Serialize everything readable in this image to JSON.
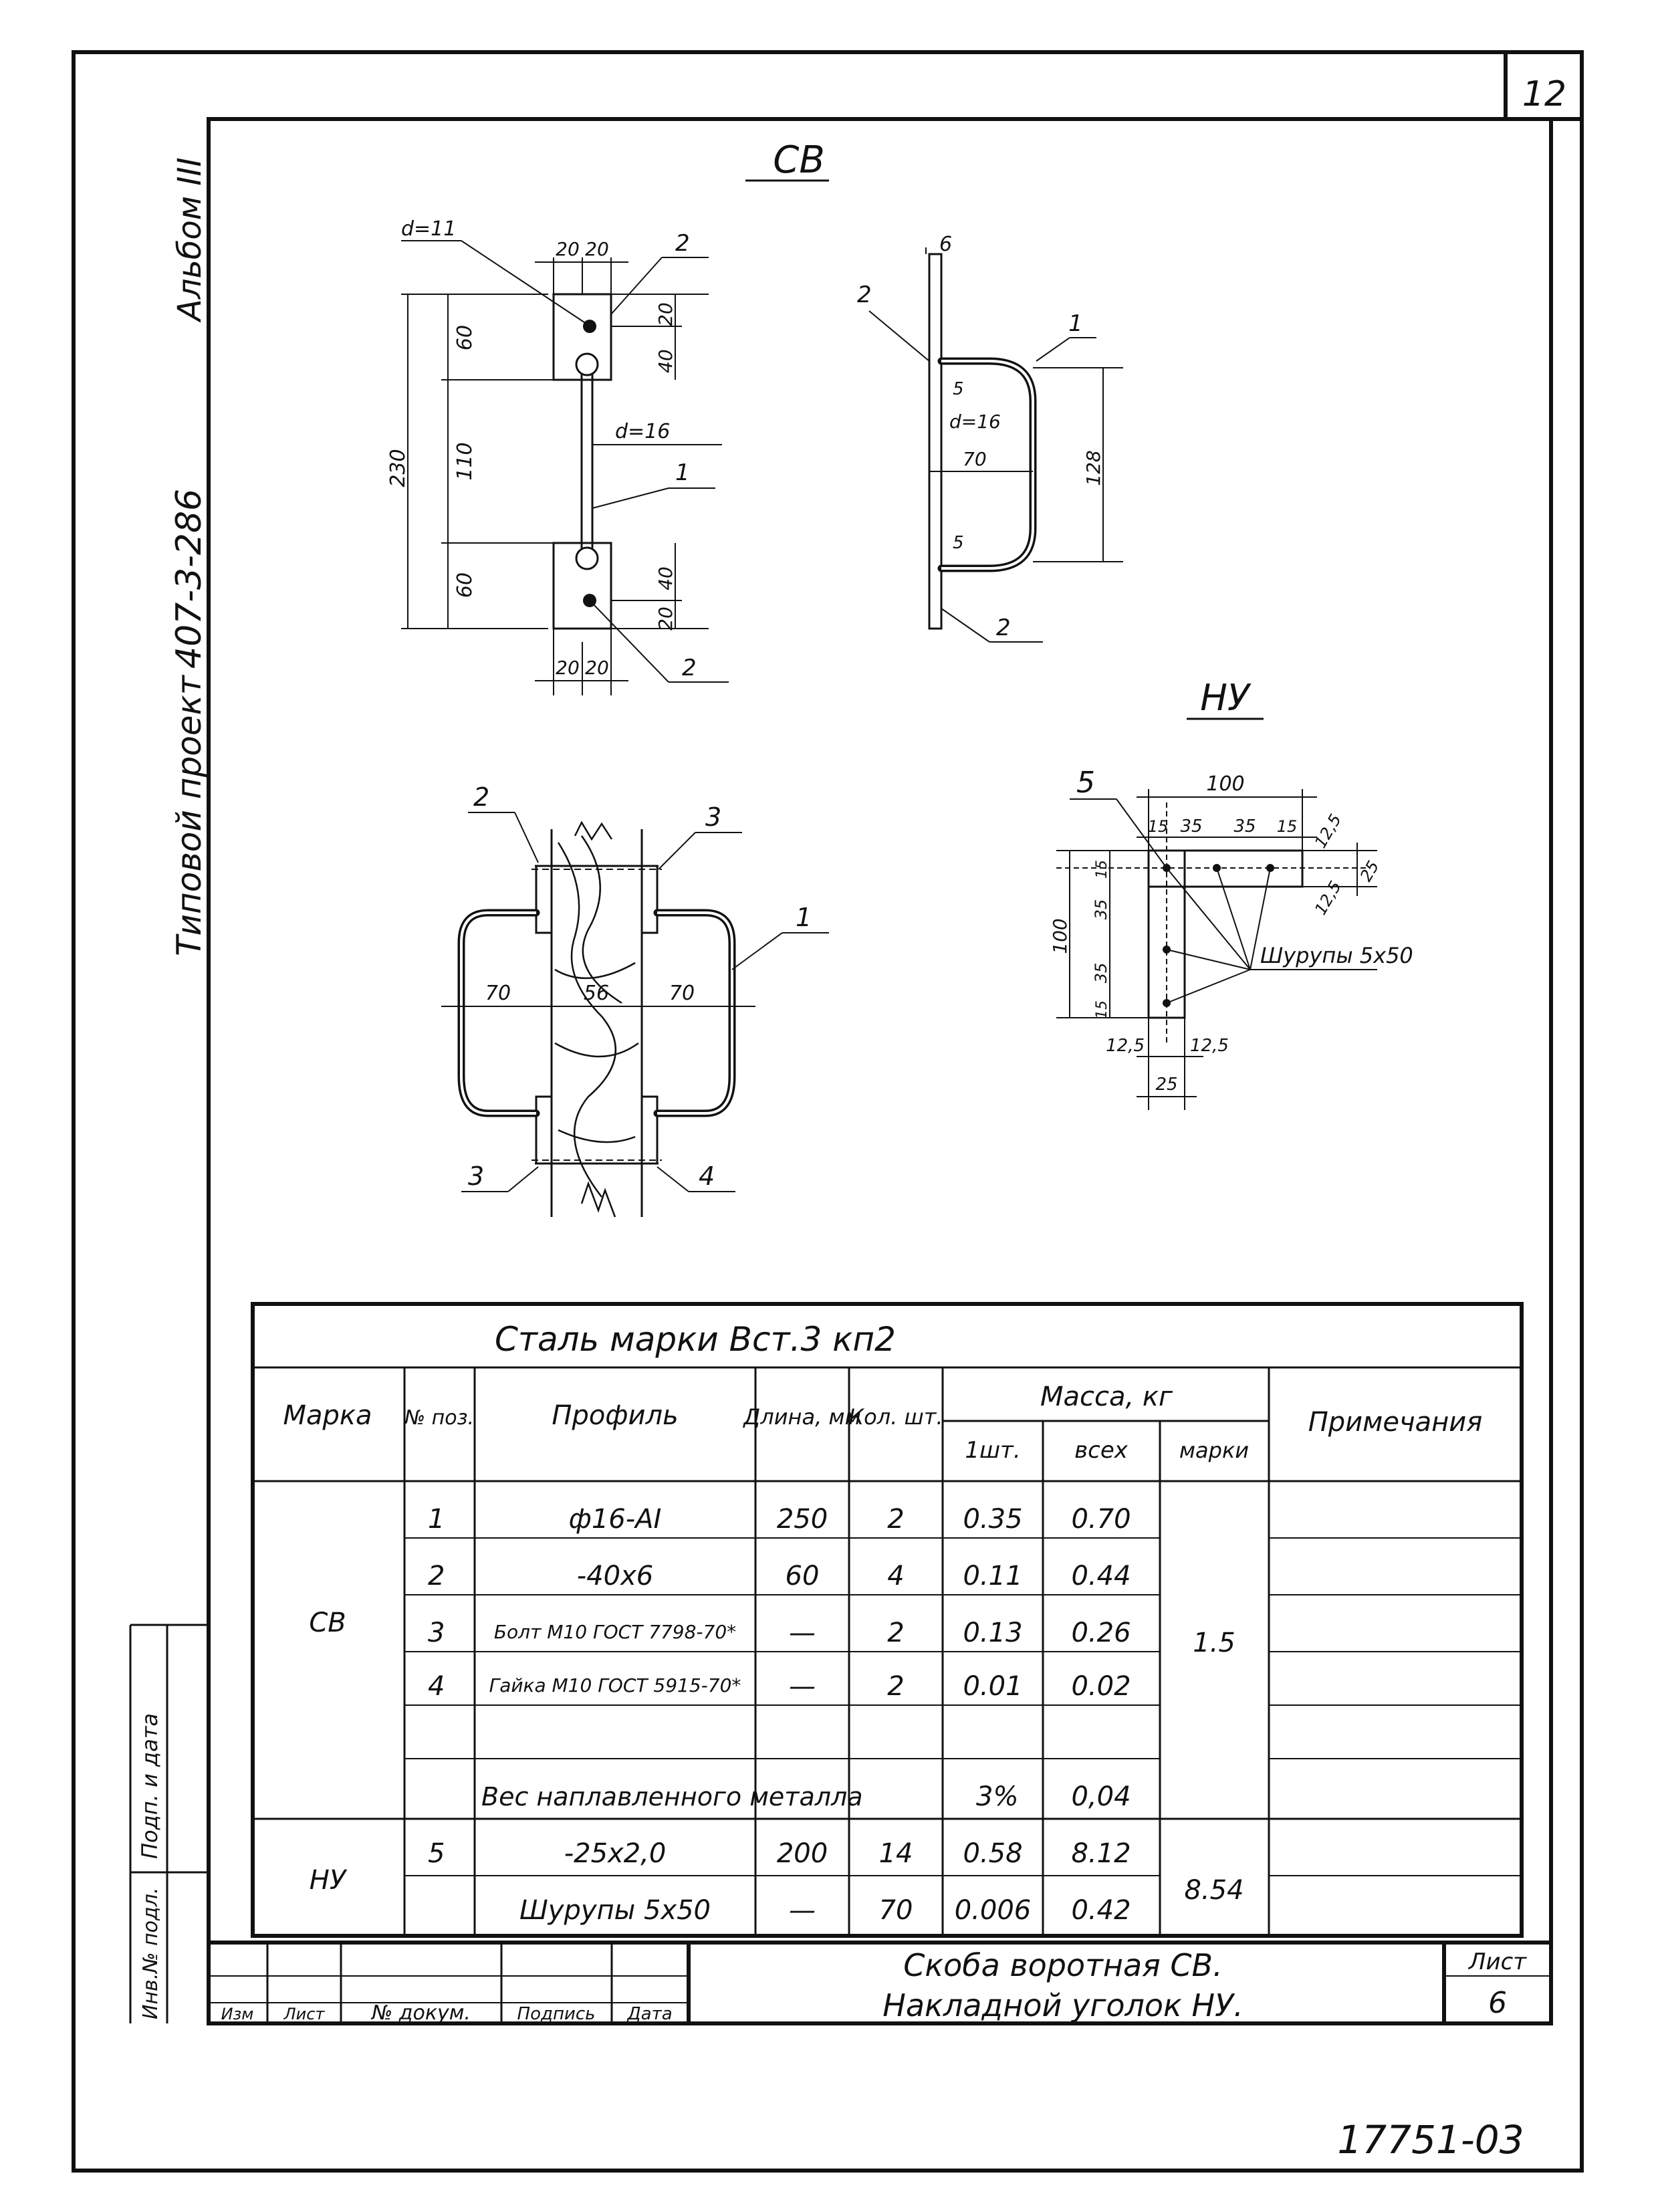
{
  "page_number": "12",
  "side_titles": {
    "album": "Альбом III",
    "project_prefix": "Типовой проект",
    "project_code": "407-3-286"
  },
  "drawing_sv": {
    "title": "СВ",
    "dims": {
      "hole_small": "d=11",
      "hole_large": "d=16",
      "w20a": "20",
      "w20b": "20",
      "w20c": "20",
      "w20d": "20",
      "h230": "230",
      "h60a": "60",
      "h110": "110",
      "h60b": "60",
      "h20a": "20",
      "h40a": "40",
      "h40b": "40",
      "h20b": "20",
      "side_6": "6",
      "side_5a": "5",
      "side_5b": "5",
      "side_70": "70",
      "side_128": "128"
    },
    "labels": {
      "pos2_top": "2",
      "pos1": "1",
      "pos2_bottom": "2",
      "side_pos6": "6",
      "side_pos2_top": "2",
      "side_pos1": "1",
      "side_pos2_bottom": "2"
    }
  },
  "drawing_assembly": {
    "labels": {
      "p2": "2",
      "p3_top": "3",
      "p1": "1",
      "p3_bottom": "3",
      "p4": "4"
    },
    "dims": {
      "d70a": "70",
      "d56": "56",
      "d70b": "70"
    }
  },
  "drawing_nu": {
    "title": "НУ",
    "pos5": "5",
    "screws_label": "Шурупы 5х50",
    "dims": {
      "w100": "100",
      "w15a": "15",
      "w35a": "35",
      "w35b": "35",
      "w15b": "15",
      "r125a": "12,5",
      "r25": "25",
      "r125b": "12,5",
      "h100": "100",
      "h15a": "15",
      "h35a": "35",
      "h35b": "35",
      "h15b": "15",
      "b125a": "12,5",
      "b125b": "12,5",
      "b25": "25"
    }
  },
  "spec_table": {
    "material": "Сталь марки Вст.3 кп2",
    "headers": {
      "mark": "Марка",
      "pos": "№ поз.",
      "profile": "Профиль",
      "length": "Длина, мм",
      "qty": "Кол. шт.",
      "mass": "Масса, кг",
      "mass_one": "1шт.",
      "mass_all": "всех",
      "mass_mark": "марки",
      "notes": "Примечания"
    },
    "rows": [
      {
        "pos": "1",
        "profile": "ф16-AI",
        "length": "250",
        "qty": "2",
        "one": "0.35",
        "all": "0.70"
      },
      {
        "pos": "2",
        "profile": "-40х6",
        "length": "60",
        "qty": "4",
        "one": "0.11",
        "all": "0.44"
      },
      {
        "pos": "3",
        "profile": "Болт М10 ГОСТ 7798-70*",
        "length": "—",
        "qty": "2",
        "one": "0.13",
        "all": "0.26"
      },
      {
        "pos": "4",
        "profile": "Гайка М10 ГОСТ 5915-70*",
        "length": "—",
        "qty": "2",
        "one": "0.01",
        "all": "0.02"
      },
      {
        "pos": "",
        "profile": "",
        "length": "",
        "qty": "",
        "one": "",
        "all": ""
      }
    ],
    "sv_mark": "СВ",
    "sv_mass": "1.5",
    "weld": {
      "label": "Вес наплавленного металла",
      "pct": "3%",
      "value": "0,04"
    },
    "nu_mark": "НУ",
    "nu_rows": [
      {
        "pos": "5",
        "profile": "-25х2,0",
        "length": "200",
        "qty": "14",
        "one": "0.58",
        "all": "8.12"
      },
      {
        "pos": "",
        "profile": "Шурупы 5х50",
        "length": "—",
        "qty": "70",
        "one": "0.006",
        "all": "0.42"
      }
    ],
    "nu_mass": "8.54"
  },
  "title_block": {
    "title_line1": "Скоба воротная СВ.",
    "title_line2": "Накладной уголок НУ.",
    "sheet_label": "Лист",
    "sheet_no": "6",
    "cols": {
      "izm": "Изм",
      "list": "Лист",
      "doc": "№ докум.",
      "sign": "Подпись",
      "date": "Дата"
    }
  },
  "margin_labels": {
    "sign_date": "Подп. и дата",
    "inv_no": "Инв.№ подл."
  },
  "footer_code": "17751-03"
}
